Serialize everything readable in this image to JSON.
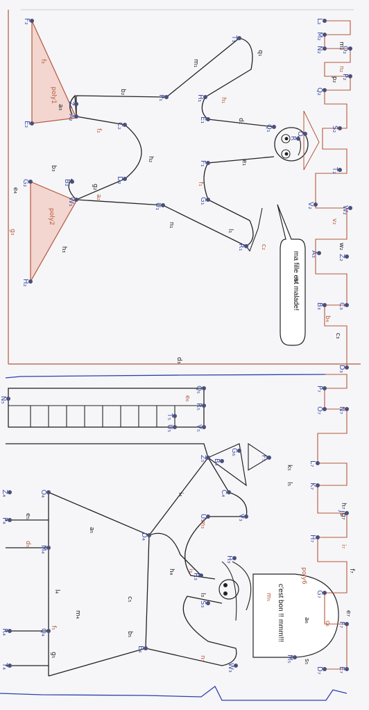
{
  "colors": {
    "paper": "#f6f6f8",
    "ink": "#222222",
    "point": "#3f4fa8",
    "construction": "#b4563a",
    "fill": "#f2d6cf",
    "pen": "#2a3fb0"
  },
  "bubble_top": "ma fille est malade!",
  "bubble_bottom": "c'est bon !! mmm!!!",
  "poly_labels": {
    "poly1": "poly1",
    "poly2": "poly2",
    "poly6": "poly6"
  },
  "points_top": [
    {
      "name": "F₂",
      "label": "F2"
    },
    {
      "name": "E₂",
      "label": "E2"
    },
    {
      "name": "Z₁",
      "label": "Z1"
    },
    {
      "name": "A₂",
      "label": "A2"
    },
    {
      "name": "C₂",
      "label": "C2"
    },
    {
      "name": "D₂",
      "label": "D2"
    },
    {
      "name": "G₂",
      "label": "G2"
    },
    {
      "name": "B₂",
      "label": "B2"
    },
    {
      "name": "W₁",
      "label": "W1"
    },
    {
      "name": "H₂",
      "label": "H2"
    },
    {
      "name": "P₁",
      "label": "P1"
    },
    {
      "name": "U₁",
      "label": "U1"
    },
    {
      "name": "T₁",
      "label": "T1"
    },
    {
      "name": "H₁",
      "label": "H1"
    },
    {
      "name": "E₁",
      "label": "E1"
    },
    {
      "name": "F₁",
      "label": "F1"
    },
    {
      "name": "G₁",
      "label": "G1"
    },
    {
      "name": "R₁",
      "label": "R1"
    },
    {
      "name": "Q₁",
      "label": "Q1"
    },
    {
      "name": "R",
      "label": "R"
    },
    {
      "name": "O",
      "label": "O"
    },
    {
      "name": "S₂",
      "label": "S2"
    },
    {
      "name": "T₂",
      "label": "T2"
    },
    {
      "name": "V₂",
      "label": "V2"
    },
    {
      "name": "W₂",
      "label": "W2"
    },
    {
      "name": "Z₂",
      "label": "Z2"
    },
    {
      "name": "A₃",
      "label": "A3"
    },
    {
      "name": "B₃",
      "label": "B3"
    },
    {
      "name": "C₃",
      "label": "C3"
    },
    {
      "name": "D₃",
      "label": "D3"
    },
    {
      "name": "L₂",
      "label": "L2"
    },
    {
      "name": "M₂",
      "label": "M2"
    },
    {
      "name": "N₂",
      "label": "N2"
    },
    {
      "name": "O₂",
      "label": "O2"
    },
    {
      "name": "P₂",
      "label": "P2"
    },
    {
      "name": "Q₂",
      "label": "Q2"
    }
  ],
  "points_bottom": [
    {
      "name": "N₅",
      "label": "N5"
    },
    {
      "name": "Q₅",
      "label": "Q5"
    },
    {
      "name": "R₅",
      "label": "R5"
    },
    {
      "name": "T₅",
      "label": "T5"
    },
    {
      "name": "U₅",
      "label": "U5"
    },
    {
      "name": "V₅",
      "label": "V5"
    },
    {
      "name": "Z₅",
      "label": "Z5"
    },
    {
      "name": "G₆",
      "label": "G6"
    },
    {
      "name": "F₅",
      "label": "F5"
    },
    {
      "name": "B₄",
      "label": "B4"
    },
    {
      "name": "C₄",
      "label": "C4"
    },
    {
      "name": "V₃",
      "label": "V3"
    },
    {
      "name": "D₄",
      "label": "D4"
    },
    {
      "name": "U₃",
      "label": "U3"
    },
    {
      "name": "H₃",
      "label": "H3"
    },
    {
      "name": "R₃",
      "label": "R3"
    },
    {
      "name": "S₃",
      "label": "S3"
    },
    {
      "name": "E₄",
      "label": "E4"
    },
    {
      "name": "W₃",
      "label": "W3"
    },
    {
      "name": "M₅",
      "label": "M5"
    },
    {
      "name": "Z₄",
      "label": "Z4"
    },
    {
      "name": "P₄",
      "label": "P4"
    },
    {
      "name": "O₄",
      "label": "O4"
    },
    {
      "name": "M₄",
      "label": "M4"
    },
    {
      "name": "R₄",
      "label": "R4"
    },
    {
      "name": "Q₄",
      "label": "Q4"
    },
    {
      "name": "T₄",
      "label": "T4"
    },
    {
      "name": "D₇",
      "label": "D7"
    },
    {
      "name": "E₇",
      "label": "E7"
    },
    {
      "name": "F₇",
      "label": "F7"
    },
    {
      "name": "G₇",
      "label": "G7"
    },
    {
      "name": "H₇",
      "label": "H7"
    },
    {
      "name": "J₇",
      "label": "J7"
    },
    {
      "name": "K₇",
      "label": "K7"
    },
    {
      "name": "L₇",
      "label": "L7"
    },
    {
      "name": "N₇",
      "label": "N7"
    },
    {
      "name": "O₇",
      "label": "O7"
    },
    {
      "name": "P₇",
      "label": "P7"
    }
  ],
  "segment_labels_top": [
    "f₃",
    "a₃",
    "b₂",
    "f₂",
    "h₂",
    "g₂",
    "a₂",
    "b₃",
    "e₄",
    "g₃",
    "h₃",
    "m₁",
    "h₁",
    "d₁",
    "e₁",
    "f₁",
    "n₁",
    "l₁",
    "c₂",
    "q₁",
    "a₄",
    "b₄",
    "c₃",
    "d₃",
    "v₂",
    "w₂",
    "m₂",
    "n₂",
    "p₂"
  ],
  "segment_labels_bottom": [
    "e₆",
    "a₅",
    "i₄",
    "m₃",
    "h₄",
    "l₃",
    "i₃",
    "c₅",
    "b₅",
    "n₃",
    "m₄",
    "l₄",
    "f₅",
    "g₅",
    "e₅",
    "d₅",
    "k₅",
    "l₅",
    "m₅",
    "a₆",
    "s₅",
    "c₆",
    "e₇",
    "f₇",
    "i₇",
    "g₇",
    "h₇"
  ]
}
